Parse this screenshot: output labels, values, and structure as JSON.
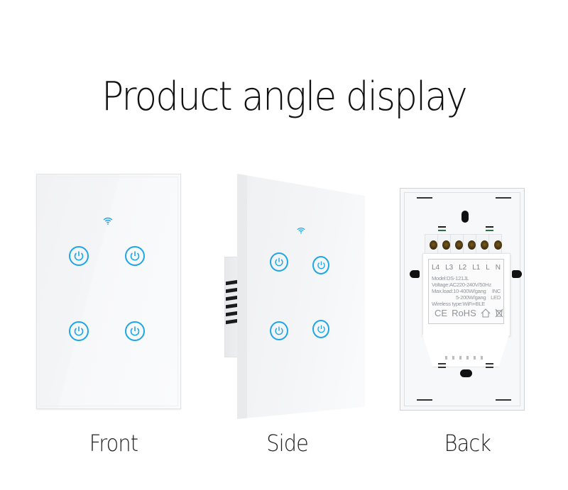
{
  "title": "Product angle display",
  "views": [
    {
      "id": "front",
      "label": "Front"
    },
    {
      "id": "side",
      "label": "Side"
    },
    {
      "id": "back",
      "label": "Back"
    }
  ],
  "switch": {
    "gangs": 4,
    "button_icon": "power-icon",
    "indicator_icon": "wifi-icon",
    "accent_color": "#1ea6e6",
    "panel_color": "#f4f5f7"
  },
  "back_label": {
    "terminals": [
      "L4",
      "L3",
      "L2",
      "L1",
      "L",
      "N"
    ],
    "model": "Model:DS-121JL",
    "voltage": "Voltage:AC220-240V/50Hz",
    "max_load": "Max.load:10-400W/gang",
    "max_load_type": "INC",
    "max_load_2": "5-200W/gang",
    "max_load_2_type": "LED",
    "wireless": "Wireless type:WiFi+BLE",
    "certifications": [
      "CE",
      "RoHS"
    ],
    "symbols": [
      "house-icon",
      "weee-bin-icon"
    ]
  }
}
